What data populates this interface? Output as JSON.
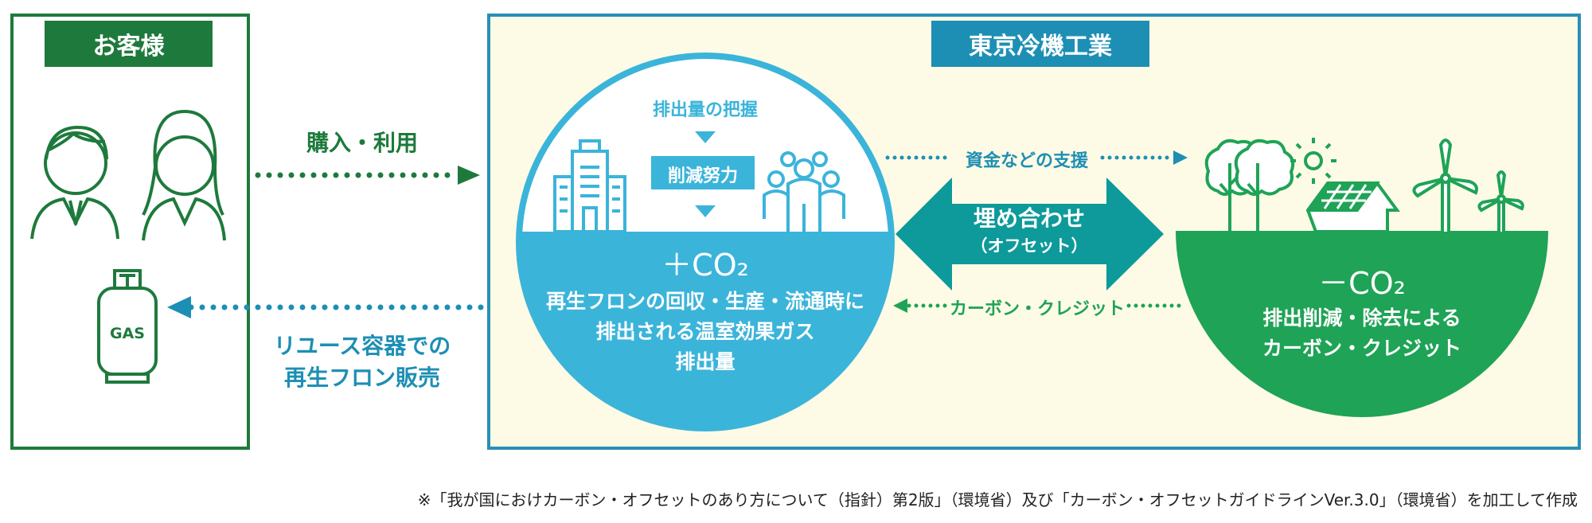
{
  "customer": {
    "title": "お客様",
    "gas_label": "GAS",
    "purchase_label": "購入・利用",
    "reuse_label_line1": "リユース容器での",
    "reuse_label_line2": "再生フロン販売"
  },
  "company": {
    "title": "東京冷機工業",
    "emission": {
      "step1": "排出量の把握",
      "step2": "削減努力",
      "co2": "＋CO₂",
      "line1": "再生フロンの回収・生産・流通時に",
      "line2": "排出される温室効果ガス",
      "line3": "排出量"
    },
    "offset": {
      "line1": "埋め合わせ",
      "line2": "（オフセット）"
    },
    "support_label": "資金などの支援",
    "credit_label": "カーボン・クレジット",
    "reduction": {
      "co2": "－CO₂",
      "line1": "排出削減・除去による",
      "line2": "カーボン・クレジット"
    }
  },
  "footnote": "※「我が国におけカーボン・オフセットのあり方について（指針）第2版」（環境省）及び「カーボン・オフセットガイドラインVer.3.0」（環境省）を加工して作成",
  "colors": {
    "customer_green": "#1e7a3c",
    "company_blue": "#1d8fb4",
    "circle_blue": "#3bb4da",
    "offset_teal": "#0e9a9a",
    "reduction_green": "#1fa356",
    "background_cream": "#fdfbe6"
  }
}
